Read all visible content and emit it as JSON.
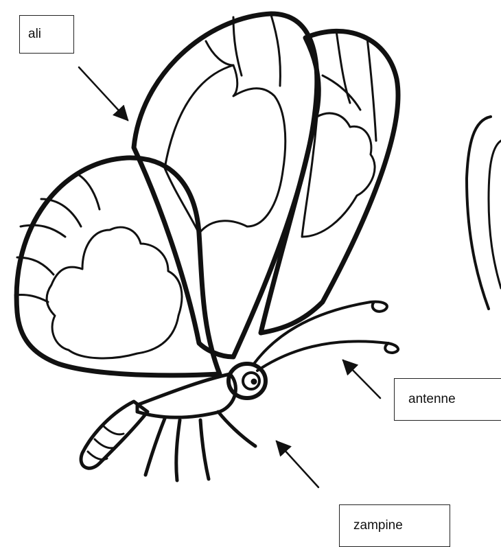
{
  "labels": {
    "wings": "ali",
    "antennae": "antenne",
    "legs": "zampine"
  },
  "colors": {
    "line": "#111111",
    "background": "#ffffff"
  }
}
